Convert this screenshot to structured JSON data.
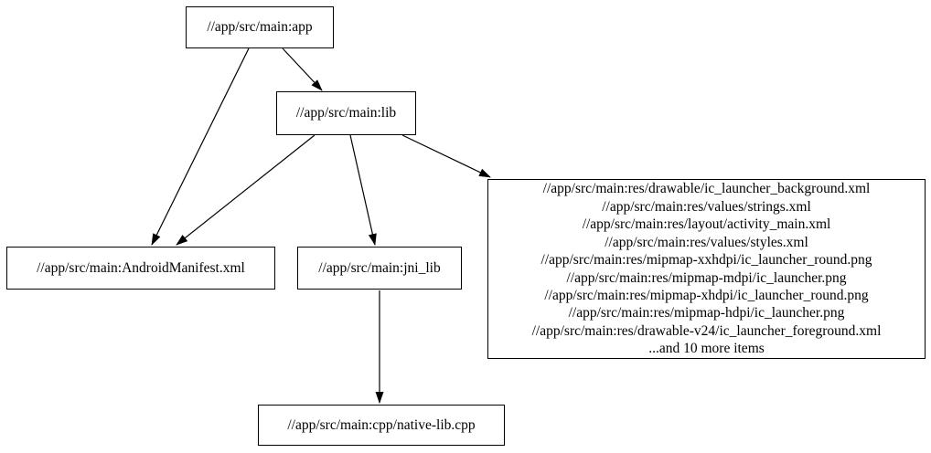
{
  "diagram": {
    "type": "dependency-graph",
    "colors": {
      "background": "#ffffff",
      "node_border": "#000000",
      "edge": "#000000",
      "text": "#000000"
    },
    "nodes": {
      "app": {
        "label": "//app/src/main:app"
      },
      "lib": {
        "label": "//app/src/main:lib"
      },
      "manifest": {
        "label": "//app/src/main:AndroidManifest.xml"
      },
      "jni_lib": {
        "label": "//app/src/main:jni_lib"
      },
      "native_lib": {
        "label": "//app/src/main:cpp/native-lib.cpp"
      },
      "res_group": {
        "lines": [
          "//app/src/main:res/drawable/ic_launcher_background.xml",
          "//app/src/main:res/values/strings.xml",
          "//app/src/main:res/layout/activity_main.xml",
          "//app/src/main:res/values/styles.xml",
          "//app/src/main:res/mipmap-xxhdpi/ic_launcher_round.png",
          "//app/src/main:res/mipmap-mdpi/ic_launcher.png",
          "//app/src/main:res/mipmap-xhdpi/ic_launcher_round.png",
          "//app/src/main:res/mipmap-hdpi/ic_launcher.png",
          "//app/src/main:res/drawable-v24/ic_launcher_foreground.xml",
          "...and 10 more items"
        ]
      }
    },
    "edges": [
      {
        "from": "app",
        "to": "lib"
      },
      {
        "from": "app",
        "to": "manifest"
      },
      {
        "from": "lib",
        "to": "manifest"
      },
      {
        "from": "lib",
        "to": "jni_lib"
      },
      {
        "from": "lib",
        "to": "res_group"
      },
      {
        "from": "jni_lib",
        "to": "native_lib"
      }
    ]
  }
}
